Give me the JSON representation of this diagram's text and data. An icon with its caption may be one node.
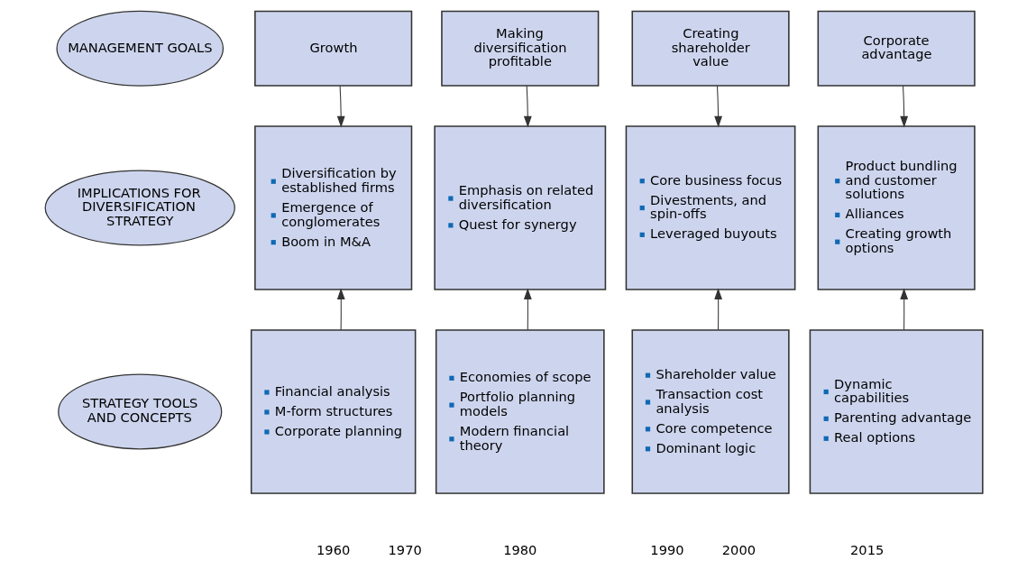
{
  "diagram": {
    "nodes": [
      {
        "text": [
          "MANAGEMENT GOALS"
        ]
      },
      {
        "text": [
          "Growth"
        ]
      },
      {
        "text": [
          "Making diversification profitable"
        ]
      },
      {
        "text": [
          "Creating shareholder value"
        ]
      },
      {
        "text": [
          "Corporate advantage"
        ]
      },
      {
        "text": [
          "IMPLICATIONS FOR DIVERSIFICATION STRATEGY"
        ]
      },
      {
        "text": [
          "Diversification by established firms",
          "Emergence of conglomerates",
          "Boom in M&A"
        ]
      },
      {
        "text": [
          "Emphasis on related diversification",
          "Quest for synergy"
        ]
      },
      {
        "text": [
          "Core business focus",
          "Divestments, and spin-offs",
          "Leveraged buyouts"
        ]
      },
      {
        "text": [
          "Product bundling and customer solutions",
          "Alliances",
          "Creating growth options"
        ]
      },
      {
        "text": [
          "STRATEGY TOOLS AND CONCEPTS"
        ]
      },
      {
        "text": [
          "Financial analysis",
          "M-form structures",
          "Corporate planning"
        ]
      },
      {
        "text": [
          "Economies of scope",
          "Portfolio planning models",
          "Modern financial theory"
        ]
      },
      {
        "text": [
          "Shareholder value",
          "Transaction cost analysis",
          "Core competence",
          "Dominant logic"
        ]
      },
      {
        "text": [
          "Dynamic capabilities",
          "Parenting advantage",
          "Real options"
        ]
      }
    ],
    "edges": [
      {
        "from": 1,
        "to": 6,
        "arrow": "to"
      },
      {
        "from": 2,
        "to": 7,
        "arrow": "to"
      },
      {
        "from": 3,
        "to": 8,
        "arrow": "to"
      },
      {
        "from": 4,
        "to": 9,
        "arrow": "to"
      },
      {
        "from": 11,
        "to": 6,
        "arrow": "to"
      },
      {
        "from": 12,
        "to": 7,
        "arrow": "to"
      },
      {
        "from": 13,
        "to": 8,
        "arrow": "to"
      },
      {
        "from": 14,
        "to": 9,
        "arrow": "to"
      }
    ],
    "labels": [
      "1960",
      "1970",
      "1980",
      "1990",
      "2000",
      "2015"
    ]
  }
}
